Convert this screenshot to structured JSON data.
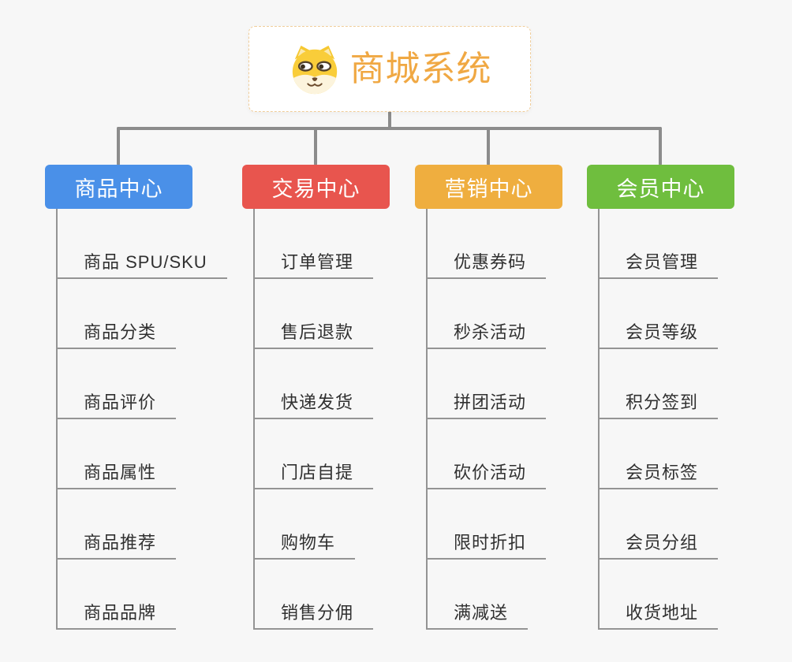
{
  "root": {
    "title": "商城系统",
    "icon": "doge-icon"
  },
  "branches": [
    {
      "id": "product-center",
      "label": "商品中心",
      "color": "#4A90E8",
      "children": [
        "商品 SPU/SKU",
        "商品分类",
        "商品评价",
        "商品属性",
        "商品推荐",
        "商品品牌"
      ]
    },
    {
      "id": "trade-center",
      "label": "交易中心",
      "color": "#E8554E",
      "children": [
        "订单管理",
        "售后退款",
        "快递发货",
        "门店自提",
        "购物车",
        "销售分佣"
      ]
    },
    {
      "id": "marketing-center",
      "label": "营销中心",
      "color": "#EFAE3F",
      "children": [
        "优惠券码",
        "秒杀活动",
        "拼团活动",
        "砍价活动",
        "限时折扣",
        "满减送"
      ]
    },
    {
      "id": "member-center",
      "label": "会员中心",
      "color": "#6FBE3E",
      "children": [
        "会员管理",
        "会员等级",
        "积分签到",
        "会员标签",
        "会员分组",
        "收货地址"
      ]
    }
  ],
  "colors": {
    "background": "#F7F7F7",
    "connector": "#8C8C8C",
    "child_line": "#949494",
    "root_text": "#F0A843",
    "root_border": "#F0CD9A",
    "child_text": "#303030"
  }
}
